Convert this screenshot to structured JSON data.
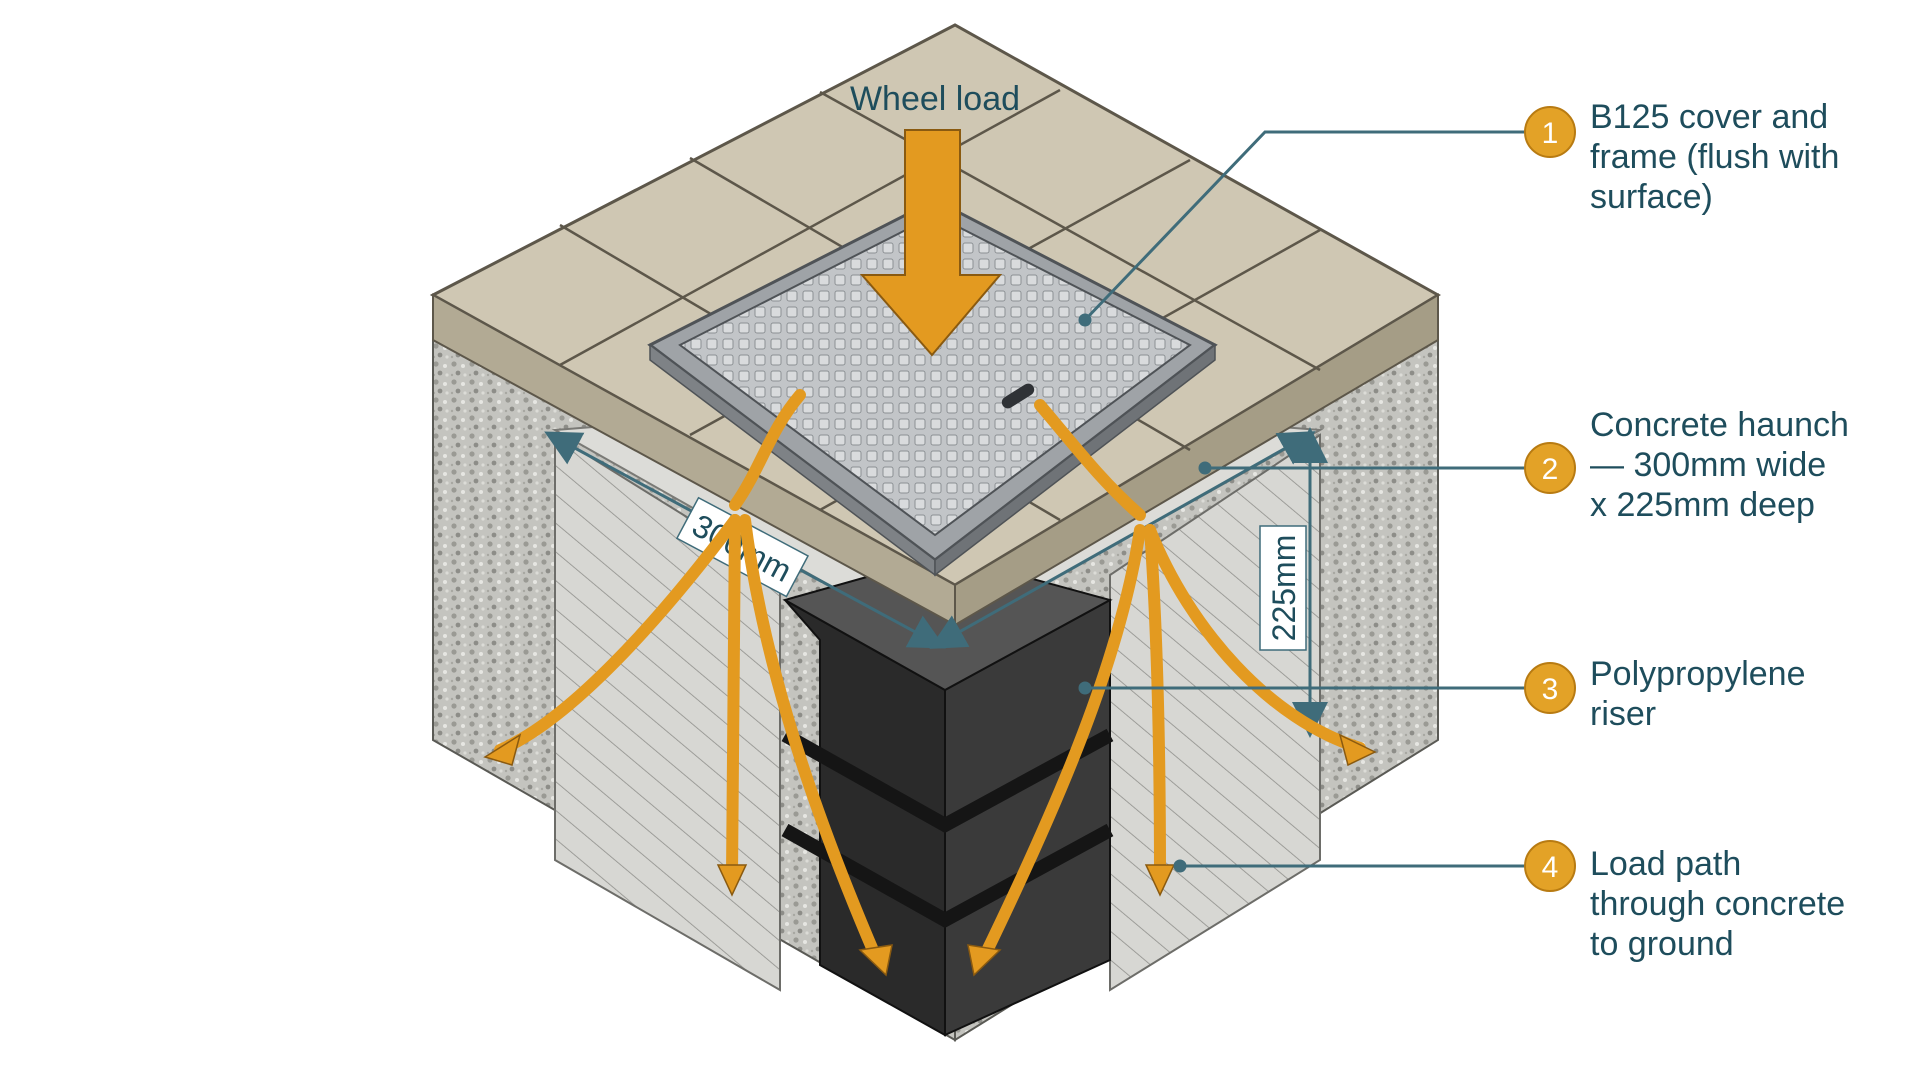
{
  "diagram": {
    "load_label": "Wheel load",
    "dimensions": {
      "width": "300mm",
      "depth": "225mm"
    },
    "callouts": [
      {
        "number": "1",
        "lines": [
          "B125 cover and",
          "frame (flush with",
          "surface)"
        ]
      },
      {
        "number": "2",
        "lines": [
          "Concrete haunch",
          "— 300mm wide",
          "x 225mm deep"
        ]
      },
      {
        "number": "3",
        "lines": [
          "Polypropylene",
          "riser"
        ]
      },
      {
        "number": "4",
        "lines": [
          "Load path",
          "through concrete",
          "to ground"
        ]
      }
    ],
    "colors": {
      "callout_text": "#1e4d5c",
      "leader_line": "#3f6c7a",
      "badge": "#e3a227",
      "load_arrow": "#e39a20",
      "paving": "#c9c1ad",
      "concrete": "#d8d8d4",
      "gravel": "#bdbdb8",
      "riser": "#2b2b2b",
      "cover": "#b9bcbf"
    }
  }
}
